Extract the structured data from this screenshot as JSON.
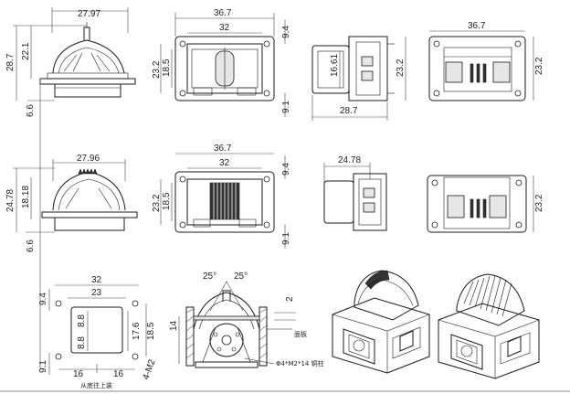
{
  "dims": {
    "v1_top_width": "27.97",
    "v1_height_total": "28.7",
    "v1_height_inner": "22.1",
    "v1_gap": "6.6",
    "v2_width": "36.7",
    "v2_inner_width": "32",
    "v2_h1": "23.2",
    "v2_h2": "18.5",
    "v2_top_off": "9.4",
    "v2_bot_off": "9.1",
    "v3_inner_h": "16.61",
    "v3_height": "23.2",
    "v3_width": "28.7",
    "v4_width": "36.7",
    "v4_height": "23.2",
    "r2_top_width": "27.96",
    "r2_total": "24.78",
    "r2_inner": "18.18",
    "r2_gap": "6.6",
    "r2v2_width": "36.7",
    "r2v2_inner": "32",
    "r2v2_h1": "23.2",
    "r2v2_h2": "18.5",
    "r2v2_top_off": "9.4",
    "r2v2_bot_off": "9.1",
    "r2v3_width": "24.78",
    "r2v4_height": "23.2",
    "hp_width": "32",
    "hp_inner": "23",
    "hp_left_top": "9.4",
    "hp_left_bot": "9.1",
    "hp_h1": "8.8",
    "hp_h2": "8.8",
    "hp_right1": "17.6",
    "hp_right2": "18.5",
    "hp_bot_l": "16",
    "hp_bot_r": "16",
    "hp_screw": "4-M2",
    "hp_caption": "从底往上装",
    "cs_angle_l": "25°",
    "cs_angle_r": "25°",
    "cs_panel_t": "2",
    "cs_depth": "14",
    "cs_panel_label": "面板",
    "cs_stud_label": "Φ4*M2*14 铜柱"
  }
}
